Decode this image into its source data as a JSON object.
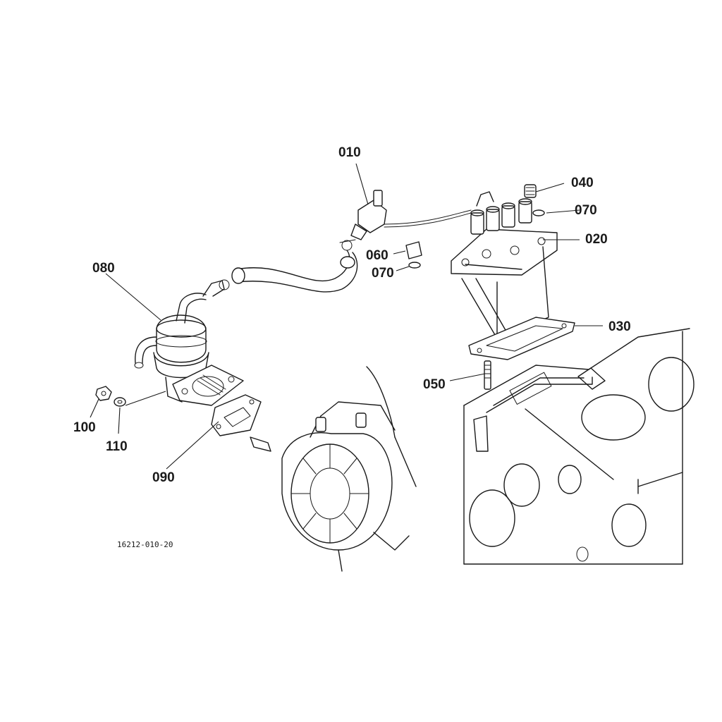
{
  "callouts": {
    "c010": "010",
    "c020": "020",
    "c030": "030",
    "c040": "040",
    "c050": "050",
    "c060": "060",
    "c070a": "070",
    "c070b": "070",
    "c080": "080",
    "c090": "090",
    "c100": "100",
    "c110": "110"
  },
  "drawing_number": "16212-010-20",
  "colors": {
    "ink": "#1a1a1a",
    "paper": "#ffffff"
  }
}
